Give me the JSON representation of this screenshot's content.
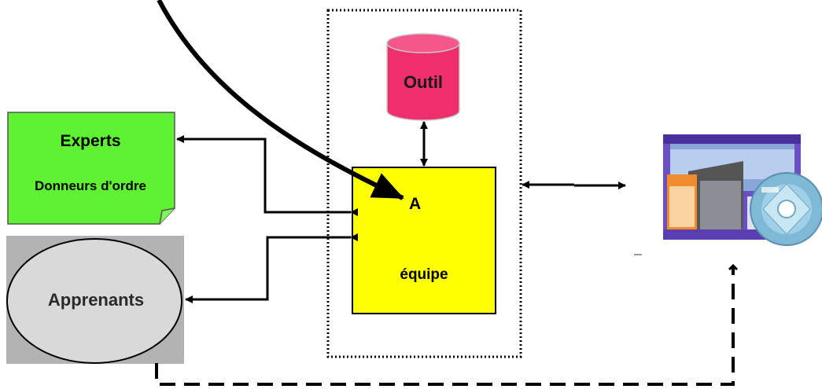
{
  "nodes": {
    "experts": {
      "title": "Experts",
      "subtitle": "Donneurs d'ordre"
    },
    "outil": {
      "label": "Outil"
    },
    "team": {
      "marker": "A",
      "label": "équipe"
    },
    "apprenants": {
      "label": "Apprenants"
    },
    "media": {
      "icon": "multimedia-software-screenshot-and-cd-icon"
    }
  },
  "colors": {
    "experts_fill": "#5ef232",
    "outil_fill": "#ef2f6b",
    "team_fill": "#ffff00",
    "apprenants_bg": "#b3b3b3",
    "apprenants_ellipse": "#d9d9d9",
    "stroke": "#000000"
  }
}
